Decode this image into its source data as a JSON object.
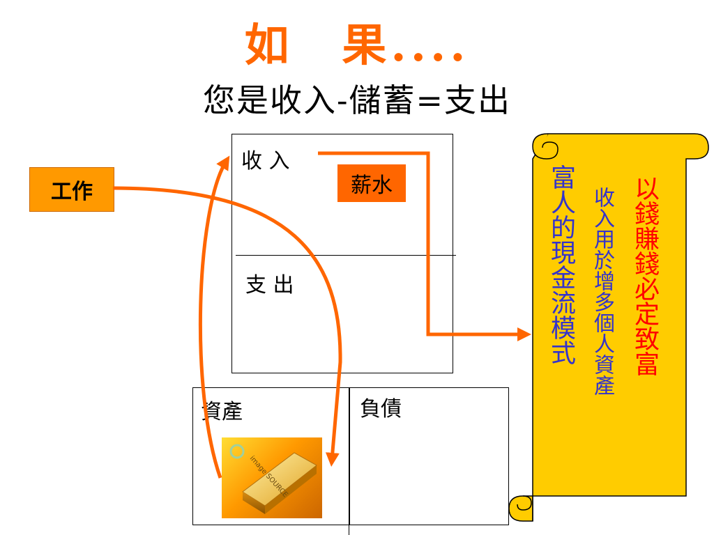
{
  "title": "如　果....",
  "subtitle": "您是收入-儲蓄=支出",
  "income_statement": {
    "income_label": "收 入",
    "expense_label": "支 出",
    "salary_tag": "薪水"
  },
  "balance_sheet": {
    "assets_label": "資產",
    "liabilities_label": "負債",
    "image_watermark": "image SOURCE"
  },
  "work_tag": "工作",
  "scroll": {
    "col_rich": "富人的現金流模式",
    "col_income": "收入用於增多個人資產",
    "col_red": "以錢賺錢必定致富"
  },
  "colors": {
    "title": "#ff6600",
    "arrow": "#ff6600",
    "tag_bg": "#ff6600",
    "scroll_fill": "#ffcc00",
    "text_blue": "#3333cc",
    "text_red": "#ff0000"
  }
}
